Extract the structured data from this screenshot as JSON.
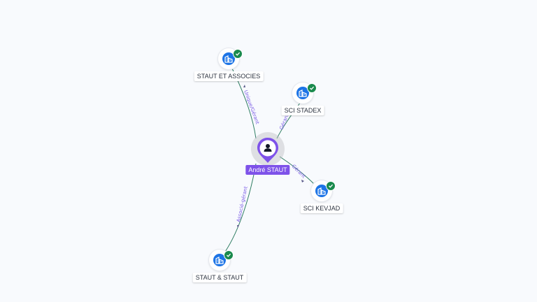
{
  "colors": {
    "background": "#f8fafd",
    "company_icon": "#1d74e6",
    "verified_badge": "#1a8a4d",
    "person_accent": "#7e52e9",
    "edge": "#2f7d63",
    "edge_label": "#7b5ce6"
  },
  "person": {
    "name": "André STAUT",
    "icon": "user-icon"
  },
  "companies": {
    "staut_et_associes": {
      "name": "STAUT ET ASSOCIES",
      "icon": "company-building-icon",
      "verified": true
    },
    "sci_stadex": {
      "name": "SCI STADEX",
      "icon": "company-building-icon",
      "verified": true
    },
    "sci_kevjad": {
      "name": "SCI KEVJAD",
      "icon": "company-building-icon",
      "verified": true
    },
    "staut_et_staut": {
      "name": "STAUT & STAUT",
      "icon": "company-building-icon",
      "verified": true
    }
  },
  "relations": {
    "staut_et_associes": "Unique/Gérant",
    "sci_stadex": "Gérant",
    "sci_kevjad": "Gérant",
    "staut_et_staut": "Associé-gérant"
  }
}
